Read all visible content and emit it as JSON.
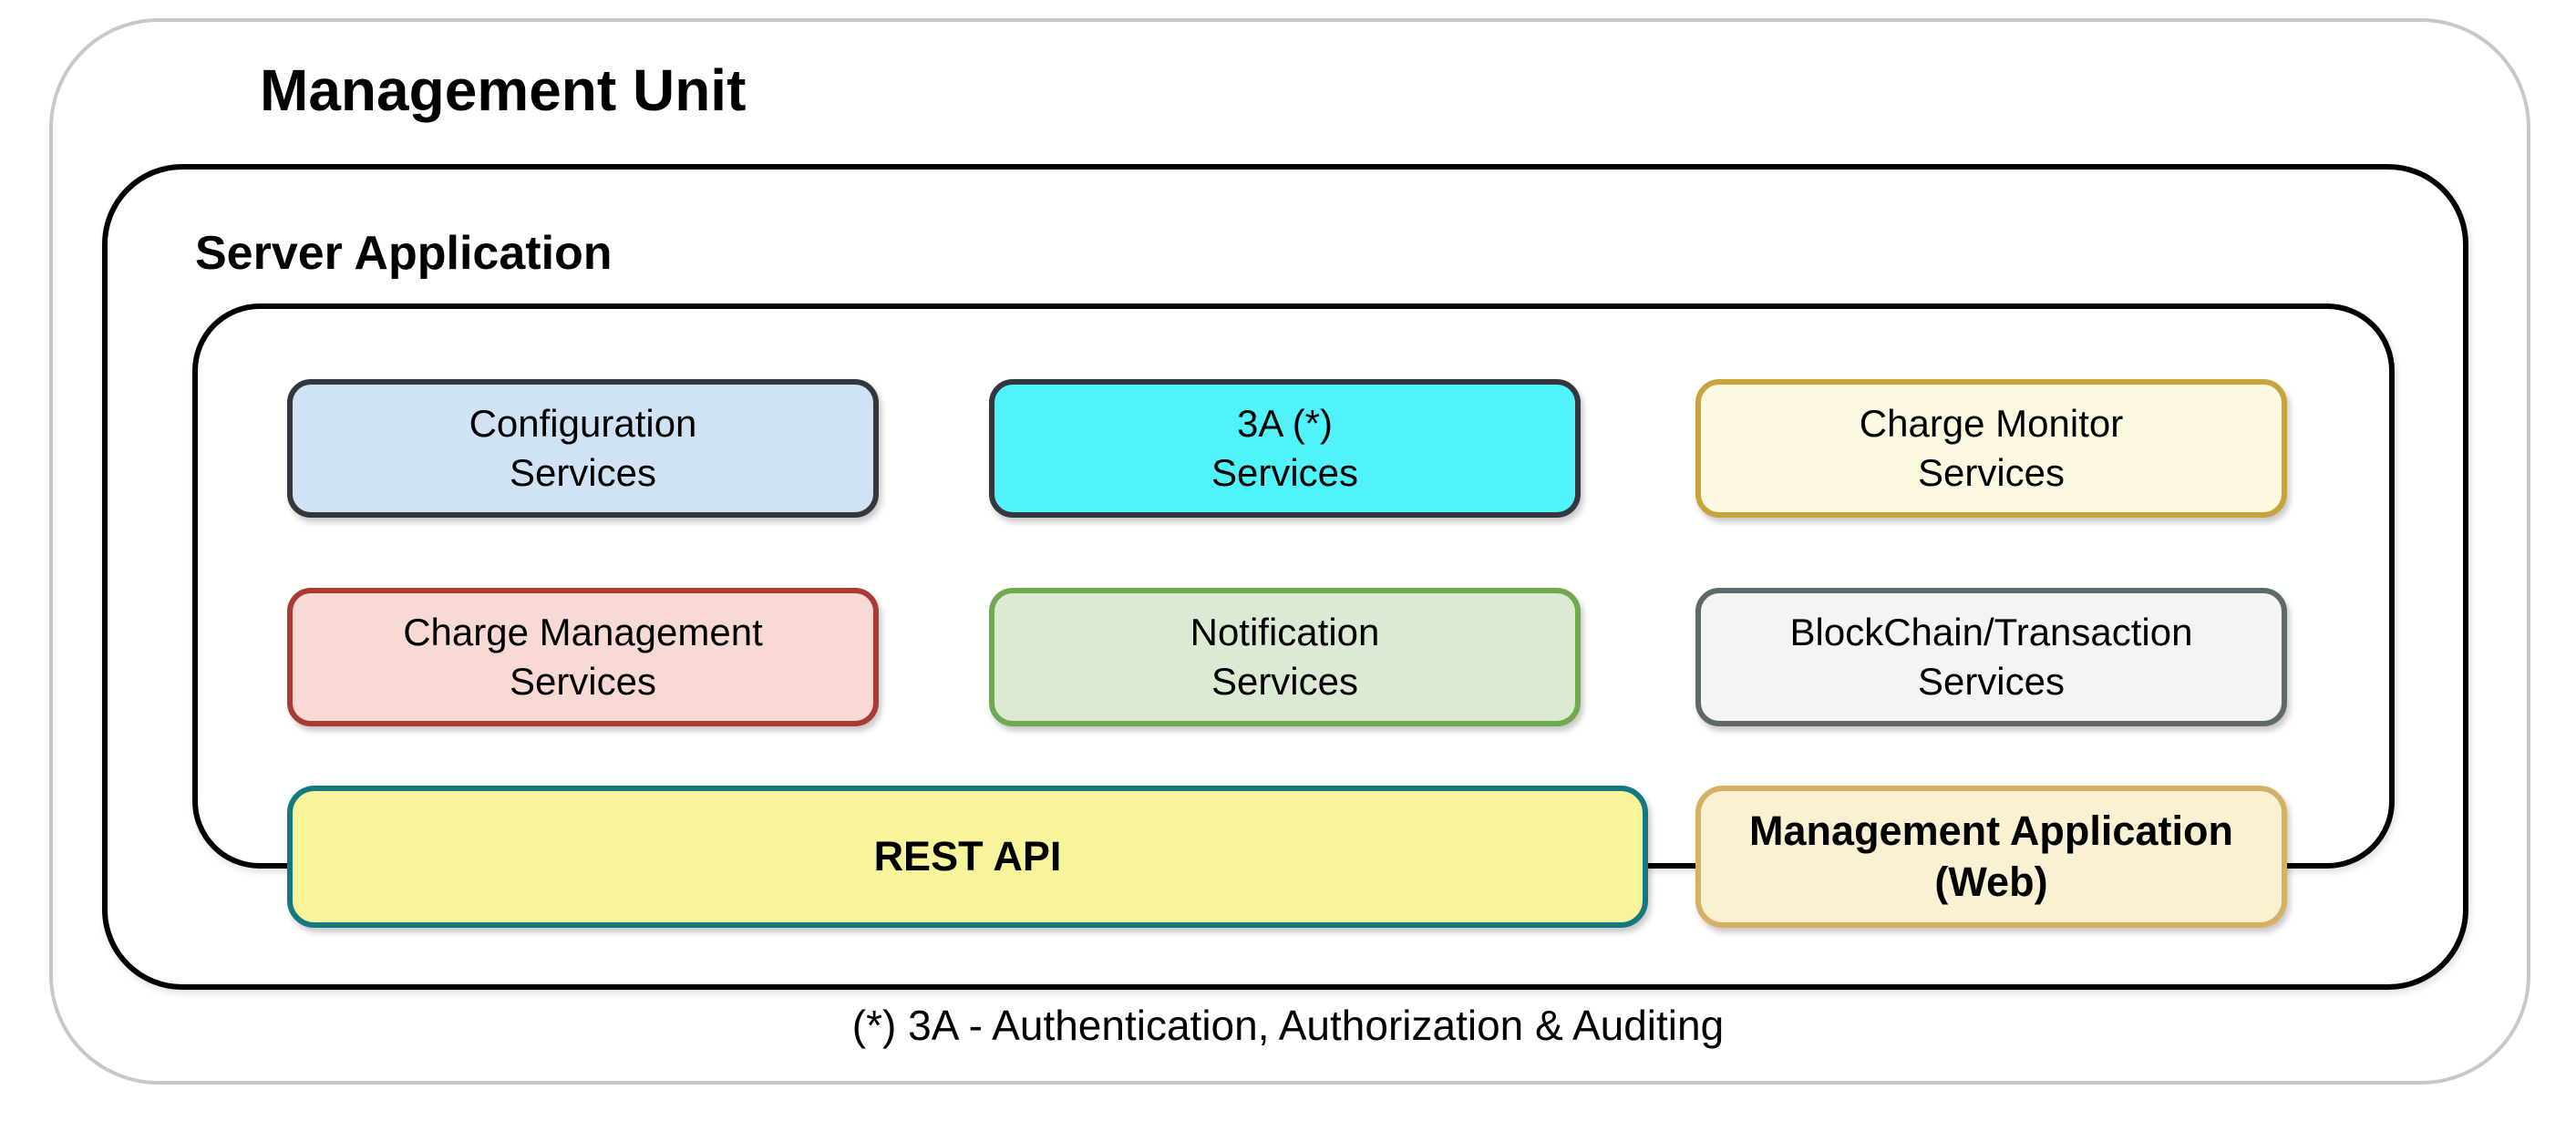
{
  "diagram": {
    "title": "Management Unit",
    "server_application_label": "Server Application",
    "services": [
      {
        "name": "configuration-services",
        "label": "Configuration\nServices",
        "fill": "#cfe2f6",
        "border": "#33383e"
      },
      {
        "name": "3a-services",
        "label": "3A (*)\nServices",
        "fill": "#50f3fa",
        "border": "#33383e"
      },
      {
        "name": "charge-monitor-services",
        "label": "Charge Monitor\nServices",
        "fill": "#fdf9e1",
        "border": "#c7a43c"
      },
      {
        "name": "charge-management-services",
        "label": "Charge Management\nServices",
        "fill": "#f8d9d4",
        "border": "#a93b32"
      },
      {
        "name": "notification-services",
        "label": "Notification\nServices",
        "fill": "#dcead3",
        "border": "#6faa50"
      },
      {
        "name": "blockchain-transaction-services",
        "label": "BlockChain/Transaction\nServices",
        "fill": "#f4f4f4",
        "border": "#5f696b"
      }
    ],
    "rest_api": {
      "label": "REST API",
      "fill": "#f8f49b",
      "border": "#157880"
    },
    "management_application": {
      "label": "Management Application\n(Web)",
      "fill": "#faf0d2",
      "border": "#d4b163"
    },
    "footnote": "(*) 3A -  Authentication, Authorization & Auditing",
    "colors": {
      "outer_frame_border": "#c8c8c8",
      "inner_frame_border": "#000000"
    }
  }
}
